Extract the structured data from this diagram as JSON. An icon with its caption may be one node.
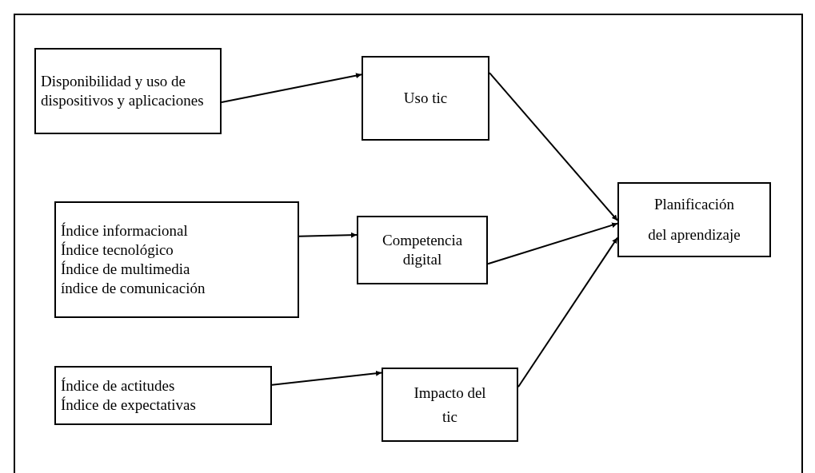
{
  "diagram": {
    "nodes": [
      {
        "text": [
          "Disponibilidad y uso de dispositivos y aplicaciones"
        ]
      },
      {
        "text": [
          "Uso tic"
        ]
      },
      {
        "text": [
          "Planificación del aprendizaje"
        ]
      },
      {
        "text": [
          "Índice informacional",
          "Índice tecnológico",
          "Índice de multimedia",
          "índice de comunicación"
        ]
      },
      {
        "text": [
          "Competencia digital"
        ]
      },
      {
        "text": [
          "Índice de actitudes",
          "Índice de expectativas"
        ]
      },
      {
        "text": [
          "Impacto del tic"
        ]
      }
    ],
    "edges": [
      {
        "from": 0,
        "to": 1,
        "arrow": "to"
      },
      {
        "from": 1,
        "to": 2,
        "arrow": "to"
      },
      {
        "from": 3,
        "to": 4,
        "arrow": "to"
      },
      {
        "from": 4,
        "to": 2,
        "arrow": "to"
      },
      {
        "from": 5,
        "to": 6,
        "arrow": "to"
      },
      {
        "from": 6,
        "to": 2,
        "arrow": "to"
      }
    ]
  }
}
